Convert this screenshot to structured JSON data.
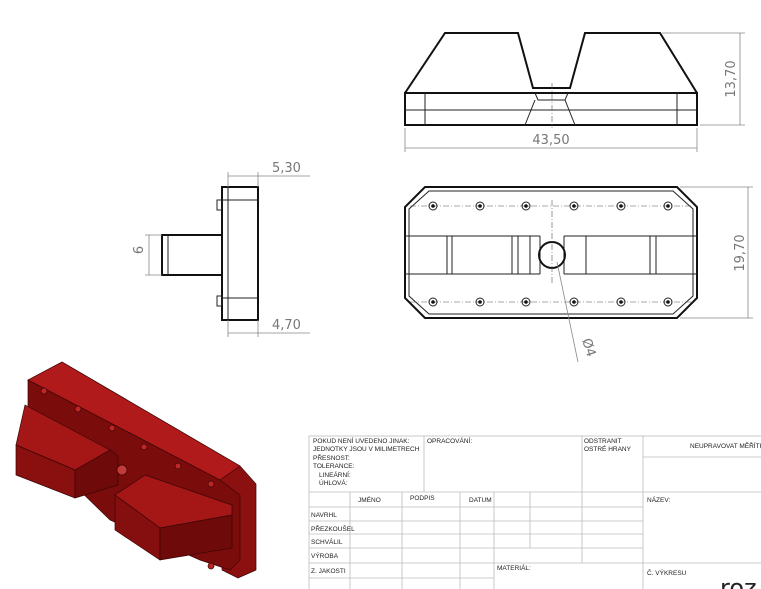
{
  "dimensions": {
    "front_width": "43,50",
    "front_height": "13,70",
    "top_height": "19,70",
    "hole_diameter": "Ø4",
    "side_top": "5,30",
    "side_bottom": "4,70",
    "side_stem": "6"
  },
  "title_block": {
    "general_note_1": "POKUD NENÍ UVEDENO JINAK:",
    "general_note_2": "JEDNOTKY JSOU V MILIMETRECH",
    "accuracy": "PŘESNOST:",
    "tolerance": "TOLERANCE:",
    "linear": "LINEÁRNÍ:",
    "angular": "ÚHLOVÁ:",
    "finish": "OPRACOVÁNÍ:",
    "deburr_1": "ODSTRANIT",
    "deburr_2": "OSTRÉ HRANY",
    "no_scale": "NEUPRAVOVAT MĚŘÍTKO",
    "col_name": "JMÉNO",
    "col_signature": "PODPIS",
    "col_date": "DATUM",
    "rows": [
      "NAVRHL",
      "PŘEZKOUŠEL",
      "SCHVÁLIL",
      "VÝROBA",
      "Z. JAKOSTI"
    ],
    "material": "MATERIÁL:",
    "title_label": "NÁZEV:",
    "drawing_no": "Č. VÝKRESU",
    "partial_text": "roz"
  },
  "colors": {
    "model": "#9e1414",
    "line": "#111111"
  }
}
